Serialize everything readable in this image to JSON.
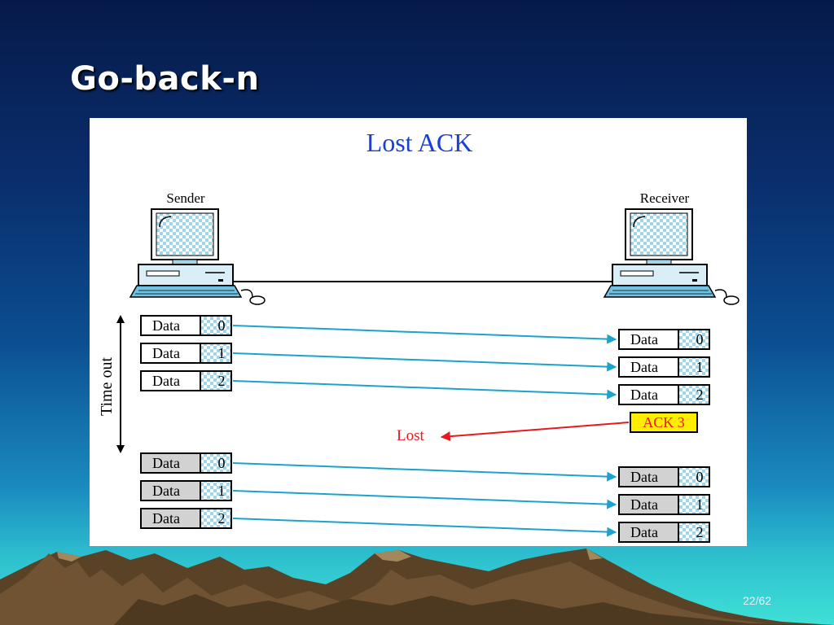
{
  "slide": {
    "title": "Go-back-n",
    "number": "22/62"
  },
  "diagram": {
    "title": "Lost ACK",
    "sender_label": "Sender",
    "receiver_label": "Receiver",
    "timeout_label": "Time out",
    "lost_label": "Lost",
    "ack_label": "ACK 3",
    "frame_label": "Data",
    "sent_frames": [
      "0",
      "1",
      "2"
    ],
    "received_frames": [
      "0",
      "1",
      "2"
    ],
    "resent_frames": [
      "0",
      "1",
      "2"
    ],
    "rereceived_frames": [
      "0",
      "1",
      "2"
    ]
  },
  "colors": {
    "title_blue": "#1a3fd6",
    "arrow_blue": "#1ba3d0",
    "lost_red": "#e8191e",
    "ack_yellow": "#ffee00",
    "resent_gray": "#d2d2d2"
  }
}
